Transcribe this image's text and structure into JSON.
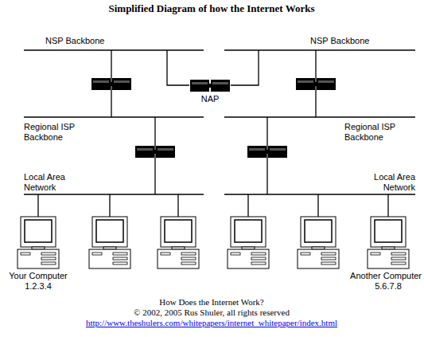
{
  "diagram": {
    "title": "Simplified Diagram of how the Internet Works",
    "caption": "How Does the Internet Work?",
    "labels": [
      "NSP Backbone",
      "NSP Backbone",
      "NAP",
      "Regional ISP Backbone",
      "Regional ISP Backbone",
      "Local Area Network",
      "Local Area Network",
      "Your Computer",
      "1.2.3.4",
      "Another Computer",
      "5.6.7.8",
      "© 2002, 2005 Rus Shuler, all rights reserved",
      "http://www.theshulers.com/whitepapers/internet_whitepaper/index.html"
    ]
  }
}
